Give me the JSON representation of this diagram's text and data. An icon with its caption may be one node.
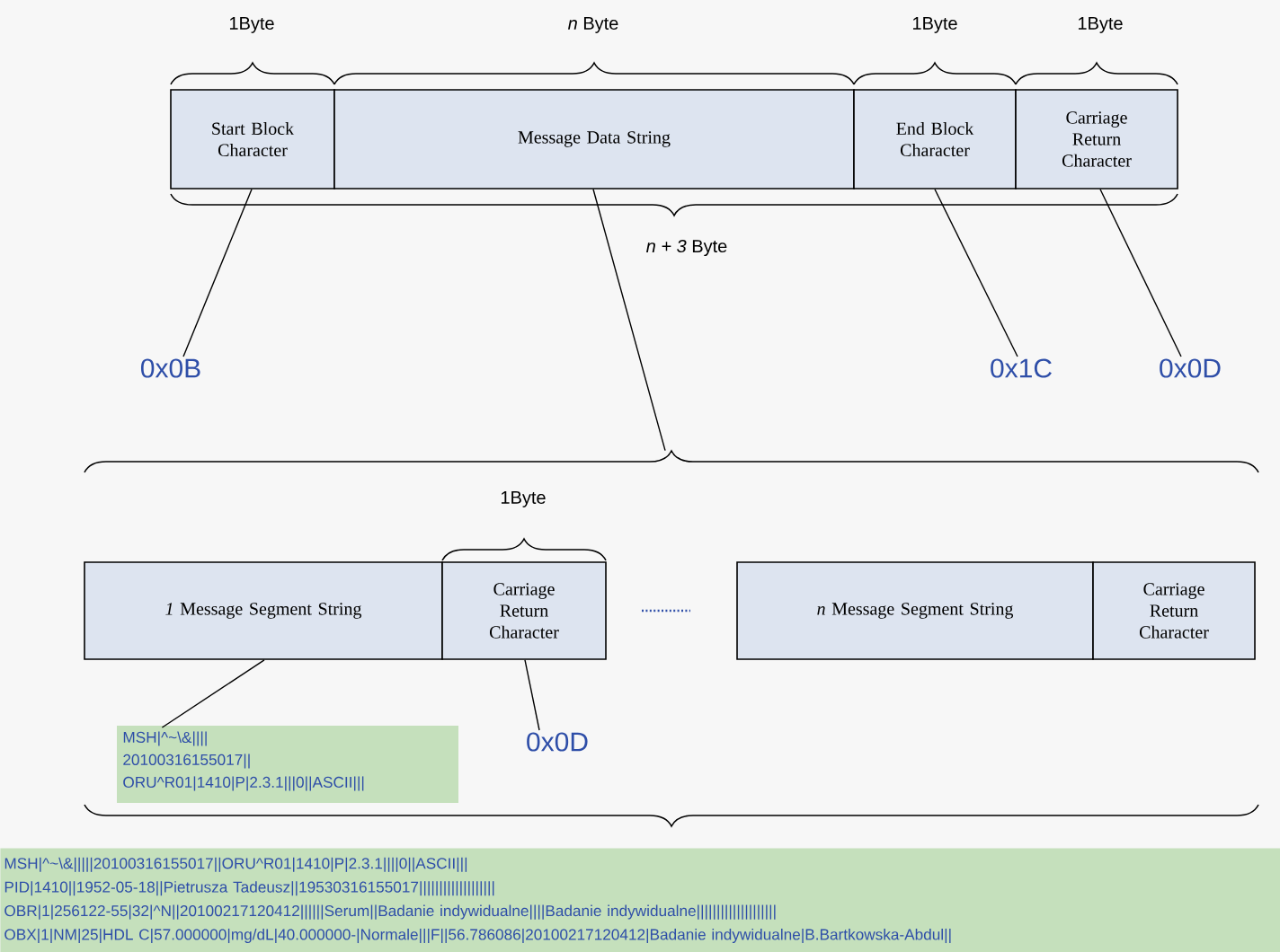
{
  "diagram": {
    "nodes": [
      {
        "text": [
          "Start Block Character"
        ]
      },
      {
        "text": [
          "Message Data String"
        ]
      },
      {
        "text": [
          "End Block Character"
        ]
      },
      {
        "text": [
          "Carriage Return Character"
        ]
      },
      {
        "text": [
          "0x0B"
        ]
      },
      {
        "text": [
          "0x1C"
        ]
      },
      {
        "text": [
          "0x0D"
        ]
      },
      {
        "text": [
          "*1* Message Segment String"
        ]
      },
      {
        "text": [
          "Carriage Return Character"
        ]
      },
      {
        "text": [
          "*n* Message Segment String"
        ]
      },
      {
        "text": [
          "Carriage Return Character"
        ]
      },
      {
        "text": [
          "0x0D"
        ]
      },
      {
        "text": [
          "MSH|^~\\&|||| 20100316155017|| ORU^R01|1410|P|2.3.1|||0||ASCII|||"
        ]
      },
      {
        "text": [
          "MSH|^~\\&|||||20100316155017||ORU^R01|1410|P|2.3.1||||0||ASCII|||",
          "PID|1410||1952-05-18||Pietrusza Tadeusz||19530316155017|||||||||||||||||||",
          "OBR|1|256122-55|32|^N||20100217120412||||||Serum||Badanie indywidualne||||Badanie indywidualne||||||||||||||||||||",
          "OBX|1|NM|25|HDL C|57.000000|mg/dL|40.000000-|Normale|||F||56.786086|20100217120412|Badanie indywidualne|B.Bartkowska-Abdul||"
        ]
      },
      {
        "text": [],
        "shape": "bracket"
      }
    ],
    "edges": [
      {
        "from": 0,
        "to": 4,
        "arrow": "none"
      },
      {
        "from": 1,
        "to": 14,
        "arrow": "none"
      },
      {
        "from": 2,
        "to": 5,
        "arrow": "none"
      },
      {
        "from": 3,
        "to": 6,
        "arrow": "none"
      },
      {
        "from": 7,
        "to": 12,
        "arrow": "none"
      },
      {
        "from": 8,
        "to": 11,
        "arrow": "none"
      }
    ],
    "labels": [
      "1Byte",
      "*n* Byte",
      "1Byte",
      "1Byte",
      "*n + 3* Byte",
      "1Byte"
    ]
  }
}
